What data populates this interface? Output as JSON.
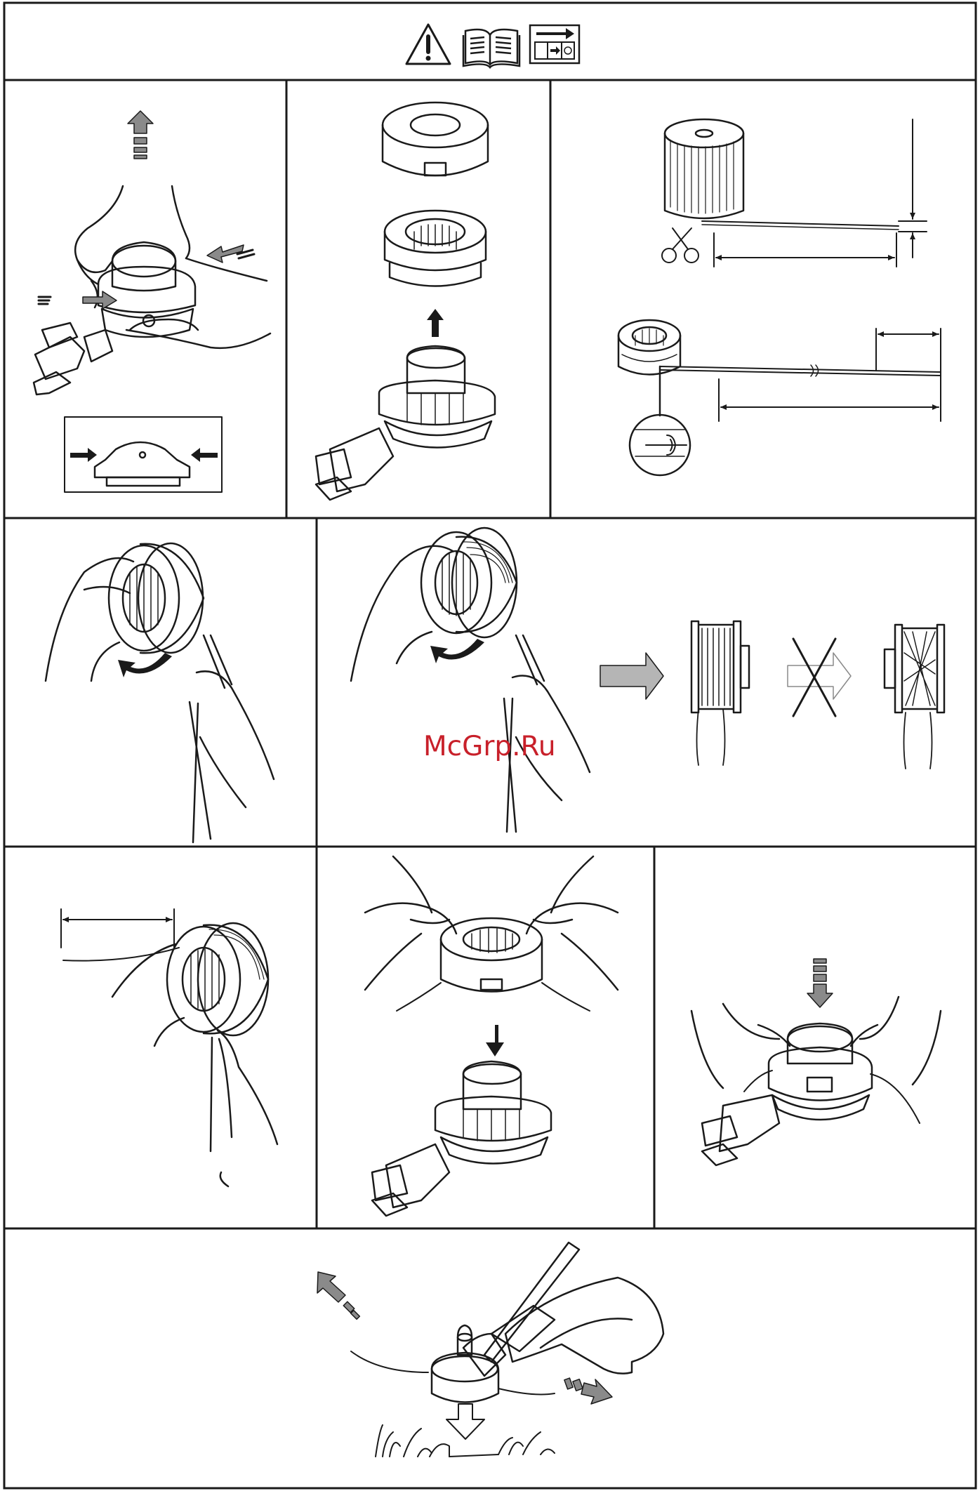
{
  "document": {
    "header_icons": [
      "warning-triangle-icon",
      "instruction-manual-icon",
      "reference-arrow-icon"
    ],
    "panels": [
      "remove-cover",
      "spool-parts",
      "measure-line",
      "wind-line-direction",
      "wind-line-correct-incorrect",
      "hold-line-end",
      "insert-spool",
      "press-cover",
      "trimmer-operation"
    ]
  },
  "watermark": {
    "text": "McGrp.Ru",
    "color": "#c8202a"
  },
  "colors": {
    "line": "#1a1a1a",
    "arrow_gray": "#8a8a8a",
    "arrow_light": "#c0c0c0",
    "background": "#ffffff"
  }
}
